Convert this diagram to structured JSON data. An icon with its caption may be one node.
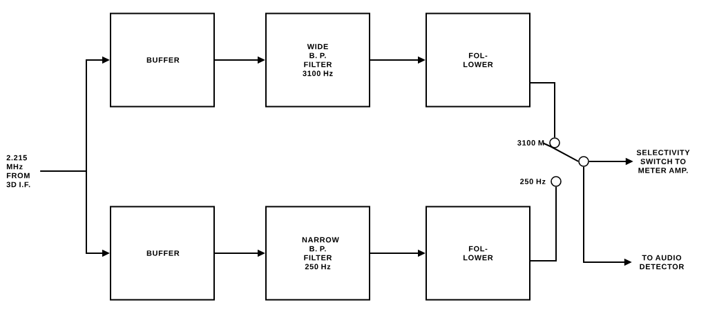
{
  "diagram": {
    "nodes": [
      {
        "text": [
          "2.215 MHz FROM 3D I.F."
        ]
      },
      {
        "text": [
          "BUFFER"
        ]
      },
      {
        "text": [
          "WIDE B. P. FILTER 3100 Hz"
        ]
      },
      {
        "text": [
          "FOL- LOWER"
        ]
      },
      {
        "text": [
          "BUFFER"
        ]
      },
      {
        "text": [
          "NARROW B. P. FILTER 250 Hz"
        ]
      },
      {
        "text": [
          "FOL- LOWER"
        ]
      },
      {
        "text": [],
        "shape": "circle",
        "beside": [
          "3100 M"
        ]
      },
      {
        "text": [],
        "shape": "circle",
        "beside": [
          "250 Hz"
        ]
      },
      {
        "text": [],
        "shape": "circle"
      },
      {
        "text": [
          "SELECTIVITY SWITCH TO METER AMP."
        ]
      },
      {
        "text": [
          "TO AUDIO DETECTOR"
        ]
      }
    ],
    "edges": [
      {
        "from": 0,
        "to": 1,
        "arrow": "to"
      },
      {
        "from": 0,
        "to": 4,
        "arrow": "to"
      },
      {
        "from": 1,
        "to": 2,
        "arrow": "to"
      },
      {
        "from": 2,
        "to": 3,
        "arrow": "to"
      },
      {
        "from": 4,
        "to": 5,
        "arrow": "to"
      },
      {
        "from": 5,
        "to": 6,
        "arrow": "to"
      },
      {
        "from": 3,
        "to": 7,
        "arrow": "none"
      },
      {
        "from": 6,
        "to": 8,
        "arrow": "none"
      },
      {
        "from": 9,
        "to": 7,
        "arrow": "none"
      },
      {
        "from": 9,
        "to": 10,
        "arrow": "to"
      },
      {
        "from": 9,
        "to": 11,
        "arrow": "to"
      }
    ]
  }
}
